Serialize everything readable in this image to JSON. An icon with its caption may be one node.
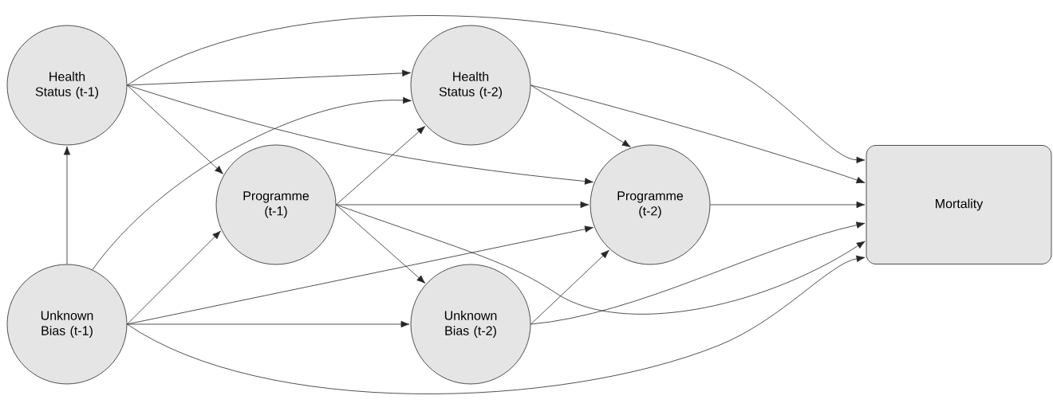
{
  "diagram": {
    "nodes": [
      {
        "text": [
          "Health Status (t-1)"
        ]
      },
      {
        "text": [
          "Programme (t-1)"
        ]
      },
      {
        "text": [
          "Unknown Bias (t-1)"
        ]
      },
      {
        "text": [
          "Health Status (t-2)"
        ]
      },
      {
        "text": [
          "Programme (t-2)"
        ]
      },
      {
        "text": [
          "Unknown Bias (t-2)"
        ]
      },
      {
        "text": [
          "Mortality"
        ]
      }
    ],
    "edges": [
      {
        "from": 2,
        "to": 0,
        "arrow": "to"
      },
      {
        "from": 0,
        "to": 1,
        "arrow": "to"
      },
      {
        "from": 0,
        "to": 3,
        "arrow": "to"
      },
      {
        "from": 0,
        "to": 4,
        "arrow": "to"
      },
      {
        "from": 0,
        "to": 6,
        "arrow": "to"
      },
      {
        "from": 2,
        "to": 3,
        "arrow": "to"
      },
      {
        "from": 2,
        "to": 1,
        "arrow": "to"
      },
      {
        "from": 2,
        "to": 5,
        "arrow": "to"
      },
      {
        "from": 2,
        "to": 4,
        "arrow": "to"
      },
      {
        "from": 2,
        "to": 6,
        "arrow": "to"
      },
      {
        "from": 1,
        "to": 3,
        "arrow": "to"
      },
      {
        "from": 1,
        "to": 4,
        "arrow": "to"
      },
      {
        "from": 1,
        "to": 5,
        "arrow": "to"
      },
      {
        "from": 1,
        "to": 6,
        "arrow": "to"
      },
      {
        "from": 3,
        "to": 4,
        "arrow": "to"
      },
      {
        "from": 3,
        "to": 6,
        "arrow": "to"
      },
      {
        "from": 5,
        "to": 4,
        "arrow": "to"
      },
      {
        "from": 5,
        "to": 6,
        "arrow": "to"
      },
      {
        "from": 4,
        "to": 6,
        "arrow": "to"
      }
    ]
  }
}
